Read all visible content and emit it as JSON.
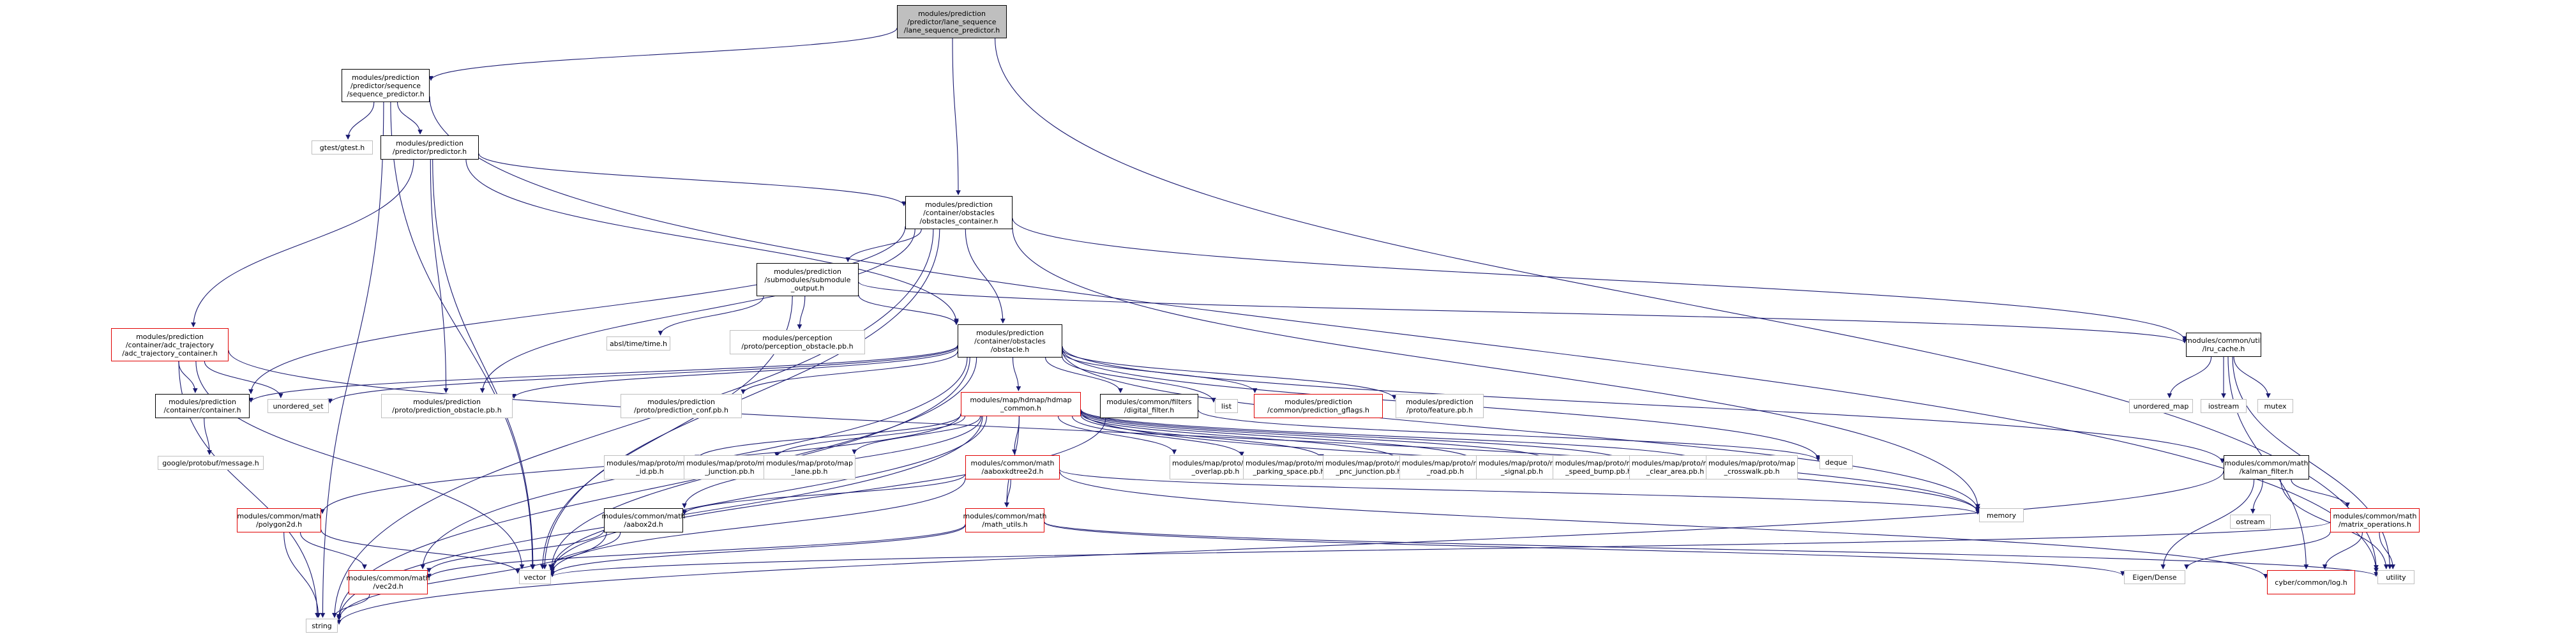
{
  "colors": {
    "edge": "#191970",
    "red_border": "#e00000",
    "gray_border": "#bfbfbf",
    "root_fill": "#bfbfbf",
    "background": "#ffffff"
  },
  "nodes": [
    {
      "id": "root",
      "lines": [
        "modules/prediction",
        "/predictor/lane_sequence",
        "/lane_sequence_predictor.h"
      ],
      "style": "root"
    },
    {
      "id": "seqpred",
      "lines": [
        "modules/prediction",
        "/predictor/sequence",
        "/sequence_predictor.h"
      ],
      "style": "lnk"
    },
    {
      "id": "gtest",
      "lines": [
        "gtest/gtest.h"
      ],
      "style": "std"
    },
    {
      "id": "predictor",
      "lines": [
        "modules/prediction",
        "/predictor/predictor.h"
      ],
      "style": "lnk"
    },
    {
      "id": "obscont",
      "lines": [
        "modules/prediction",
        "/container/obstacles",
        "/obstacles_container.h"
      ],
      "style": "lnk"
    },
    {
      "id": "submod",
      "lines": [
        "modules/prediction",
        "/submodules/submodule",
        "_output.h"
      ],
      "style": "lnk"
    },
    {
      "id": "abltime",
      "lines": [
        "absl/time/time.h"
      ],
      "style": "std"
    },
    {
      "id": "percobs",
      "lines": [
        "modules/perception",
        "/proto/perception_obstacle.pb.h"
      ],
      "style": "std"
    },
    {
      "id": "obstacle",
      "lines": [
        "modules/prediction",
        "/container/obstacles",
        "/obstacle.h"
      ],
      "style": "lnk"
    },
    {
      "id": "lrucache",
      "lines": [
        "modules/common/util",
        "/lru_cache.h"
      ],
      "style": "lnk"
    },
    {
      "id": "adctraj",
      "lines": [
        "modules/prediction",
        "/container/adc_trajectory",
        "/adc_trajectory_container.h"
      ],
      "style": "red"
    },
    {
      "id": "container",
      "lines": [
        "modules/prediction",
        "/container/container.h"
      ],
      "style": "lnk"
    },
    {
      "id": "googlemsg",
      "lines": [
        "google/protobuf/message.h"
      ],
      "style": "std"
    },
    {
      "id": "unorderedset",
      "lines": [
        "unordered_set"
      ],
      "style": "std"
    },
    {
      "id": "predobspb",
      "lines": [
        "modules/prediction",
        "/proto/prediction_obstacle.pb.h"
      ],
      "style": "std"
    },
    {
      "id": "predconf",
      "lines": [
        "modules/prediction",
        "/proto/prediction_conf.pb.h"
      ],
      "style": "std"
    },
    {
      "id": "hdmapcommon",
      "lines": [
        "modules/map/hdmap/hdmap",
        "_common.h"
      ],
      "style": "red"
    },
    {
      "id": "digitalfilter",
      "lines": [
        "modules/common/filters",
        "/digital_filter.h"
      ],
      "style": "lnk"
    },
    {
      "id": "list",
      "lines": [
        "list"
      ],
      "style": "std"
    },
    {
      "id": "gflags",
      "lines": [
        "modules/prediction",
        "/common/prediction_gflags.h"
      ],
      "style": "red"
    },
    {
      "id": "featurepb",
      "lines": [
        "modules/prediction",
        "/proto/feature.pb.h"
      ],
      "style": "std"
    },
    {
      "id": "unorderedmap",
      "lines": [
        "unordered_map"
      ],
      "style": "std"
    },
    {
      "id": "iostream",
      "lines": [
        "iostream"
      ],
      "style": "std"
    },
    {
      "id": "mutex",
      "lines": [
        "mutex"
      ],
      "style": "std"
    },
    {
      "id": "idpb",
      "lines": [
        "modules/map/proto/map",
        "_id.pb.h"
      ],
      "style": "std"
    },
    {
      "id": "junctionpb",
      "lines": [
        "modules/map/proto/map",
        "_junction.pb.h"
      ],
      "style": "std"
    },
    {
      "id": "lanepb",
      "lines": [
        "modules/map/proto/map",
        "_lane.pb.h"
      ],
      "style": "std"
    },
    {
      "id": "aabox2dtree",
      "lines": [
        "modules/common/math",
        "/aaboxkdtree2d.h"
      ],
      "style": "red"
    },
    {
      "id": "overlappb",
      "lines": [
        "modules/map/proto/map",
        "_overlap.pb.h"
      ],
      "style": "std"
    },
    {
      "id": "parkingpb",
      "lines": [
        "modules/map/proto/map",
        "_parking_space.pb.h"
      ],
      "style": "std"
    },
    {
      "id": "pncpb",
      "lines": [
        "modules/map/proto/map",
        "_pnc_junction.pb.h"
      ],
      "style": "std"
    },
    {
      "id": "roadpb",
      "lines": [
        "modules/map/proto/map",
        "_road.pb.h"
      ],
      "style": "std"
    },
    {
      "id": "signalpb",
      "lines": [
        "modules/map/proto/map",
        "_signal.pb.h"
      ],
      "style": "std"
    },
    {
      "id": "speedbumppb",
      "lines": [
        "modules/map/proto/map",
        "_speed_bump.pb.h"
      ],
      "style": "std"
    },
    {
      "id": "clearareapb",
      "lines": [
        "modules/map/proto/map",
        "_clear_area.pb.h"
      ],
      "style": "std"
    },
    {
      "id": "crosswalkpb",
      "lines": [
        "modules/map/proto/map",
        "_crosswalk.pb.h"
      ],
      "style": "std"
    },
    {
      "id": "deque",
      "lines": [
        "deque"
      ],
      "style": "std"
    },
    {
      "id": "kalman",
      "lines": [
        "modules/common/math",
        "/kalman_filter.h"
      ],
      "style": "lnk"
    },
    {
      "id": "polygon2d",
      "lines": [
        "modules/common/math",
        "/polygon2d.h"
      ],
      "style": "red"
    },
    {
      "id": "aabox2d",
      "lines": [
        "modules/common/math",
        "/aabox2d.h"
      ],
      "style": "lnk"
    },
    {
      "id": "mathutils",
      "lines": [
        "modules/common/math",
        "/math_utils.h"
      ],
      "style": "red"
    },
    {
      "id": "memory",
      "lines": [
        "memory"
      ],
      "style": "std"
    },
    {
      "id": "vec2d",
      "lines": [
        "modules/common/math",
        "/vec2d.h"
      ],
      "style": "red"
    },
    {
      "id": "vector",
      "lines": [
        "vector"
      ],
      "style": "std"
    },
    {
      "id": "string",
      "lines": [
        "string"
      ],
      "style": "std"
    },
    {
      "id": "ostream",
      "lines": [
        "ostream"
      ],
      "style": "std"
    },
    {
      "id": "matrixops",
      "lines": [
        "modules/common/math",
        "/matrix_operations.h"
      ],
      "style": "red"
    },
    {
      "id": "eigen",
      "lines": [
        "Eigen/Dense"
      ],
      "style": "std"
    },
    {
      "id": "cyberlog",
      "lines": [
        "cyber/common/log.h"
      ],
      "style": "red"
    },
    {
      "id": "utility",
      "lines": [
        "utility"
      ],
      "style": "std"
    }
  ],
  "edges": [
    [
      "root",
      "seqpred"
    ],
    [
      "root",
      "obscont"
    ],
    [
      "root",
      "utility"
    ],
    [
      "seqpred",
      "gtest"
    ],
    [
      "seqpred",
      "predictor"
    ],
    [
      "seqpred",
      "string"
    ],
    [
      "seqpred",
      "vector"
    ],
    [
      "seqpred",
      "utility"
    ],
    [
      "predictor",
      "obscont"
    ],
    [
      "predictor",
      "obstacle"
    ],
    [
      "predictor",
      "adctraj"
    ],
    [
      "predictor",
      "predobspb"
    ],
    [
      "predictor",
      "vector"
    ],
    [
      "obscont",
      "submod"
    ],
    [
      "obscont",
      "obstacle"
    ],
    [
      "obscont",
      "lrucache"
    ],
    [
      "obscont",
      "container"
    ],
    [
      "obscont",
      "predobspb"
    ],
    [
      "obscont",
      "vector"
    ],
    [
      "obscont",
      "memory"
    ],
    [
      "obscont",
      "string"
    ],
    [
      "submod",
      "abltime"
    ],
    [
      "submod",
      "percobs"
    ],
    [
      "submod",
      "obstacle"
    ],
    [
      "submod",
      "lrucache"
    ],
    [
      "submod",
      "vector"
    ],
    [
      "lrucache",
      "unorderedmap"
    ],
    [
      "lrucache",
      "iostream"
    ],
    [
      "lrucache",
      "mutex"
    ],
    [
      "lrucache",
      "utility"
    ],
    [
      "lrucache",
      "cyberlog"
    ],
    [
      "obstacle",
      "unorderedset"
    ],
    [
      "obstacle",
      "container"
    ],
    [
      "obstacle",
      "predobspb"
    ],
    [
      "obstacle",
      "predconf"
    ],
    [
      "obstacle",
      "hdmapcommon"
    ],
    [
      "obstacle",
      "digitalfilter"
    ],
    [
      "obstacle",
      "list"
    ],
    [
      "obstacle",
      "gflags"
    ],
    [
      "obstacle",
      "featurepb"
    ],
    [
      "obstacle",
      "deque"
    ],
    [
      "obstacle",
      "kalman"
    ],
    [
      "obstacle",
      "memory"
    ],
    [
      "obstacle",
      "vector"
    ],
    [
      "obstacle",
      "string"
    ],
    [
      "obstacle",
      "vec2d"
    ],
    [
      "adctraj",
      "container"
    ],
    [
      "adctraj",
      "unorderedset"
    ],
    [
      "adctraj",
      "memory"
    ],
    [
      "adctraj",
      "vector"
    ],
    [
      "adctraj",
      "string"
    ],
    [
      "container",
      "googlemsg"
    ],
    [
      "hdmapcommon",
      "idpb"
    ],
    [
      "hdmapcommon",
      "junctionpb"
    ],
    [
      "hdmapcommon",
      "lanepb"
    ],
    [
      "hdmapcommon",
      "aabox2dtree"
    ],
    [
      "hdmapcommon",
      "overlappb"
    ],
    [
      "hdmapcommon",
      "parkingpb"
    ],
    [
      "hdmapcommon",
      "pncpb"
    ],
    [
      "hdmapcommon",
      "roadpb"
    ],
    [
      "hdmapcommon",
      "signalpb"
    ],
    [
      "hdmapcommon",
      "speedbumppb"
    ],
    [
      "hdmapcommon",
      "clearareapb"
    ],
    [
      "hdmapcommon",
      "crosswalkpb"
    ],
    [
      "hdmapcommon",
      "polygon2d"
    ],
    [
      "hdmapcommon",
      "aabox2d"
    ],
    [
      "hdmapcommon",
      "mathutils"
    ],
    [
      "hdmapcommon",
      "memory"
    ],
    [
      "hdmapcommon",
      "vector"
    ],
    [
      "hdmapcommon",
      "string"
    ],
    [
      "digitalfilter",
      "deque"
    ],
    [
      "digitalfilter",
      "vector"
    ],
    [
      "aabox2dtree",
      "aabox2d"
    ],
    [
      "aabox2dtree",
      "mathutils"
    ],
    [
      "aabox2dtree",
      "memory"
    ],
    [
      "aabox2dtree",
      "vector"
    ],
    [
      "aabox2dtree",
      "cyberlog"
    ],
    [
      "polygon2d",
      "vec2d"
    ],
    [
      "polygon2d",
      "vector"
    ],
    [
      "polygon2d",
      "string"
    ],
    [
      "aabox2d",
      "vec2d"
    ],
    [
      "aabox2d",
      "vector"
    ],
    [
      "aabox2d",
      "string"
    ],
    [
      "mathutils",
      "vec2d"
    ],
    [
      "mathutils",
      "eigen"
    ],
    [
      "mathutils",
      "utility"
    ],
    [
      "mathutils",
      "vector"
    ],
    [
      "vec2d",
      "string"
    ],
    [
      "kalman",
      "ostream"
    ],
    [
      "kalman",
      "matrixops"
    ],
    [
      "kalman",
      "eigen"
    ],
    [
      "kalman",
      "string"
    ],
    [
      "kalman",
      "utility"
    ],
    [
      "matrixops",
      "eigen"
    ],
    [
      "matrixops",
      "cyberlog"
    ],
    [
      "matrixops",
      "vector"
    ],
    [
      "matrixops",
      "utility"
    ]
  ]
}
